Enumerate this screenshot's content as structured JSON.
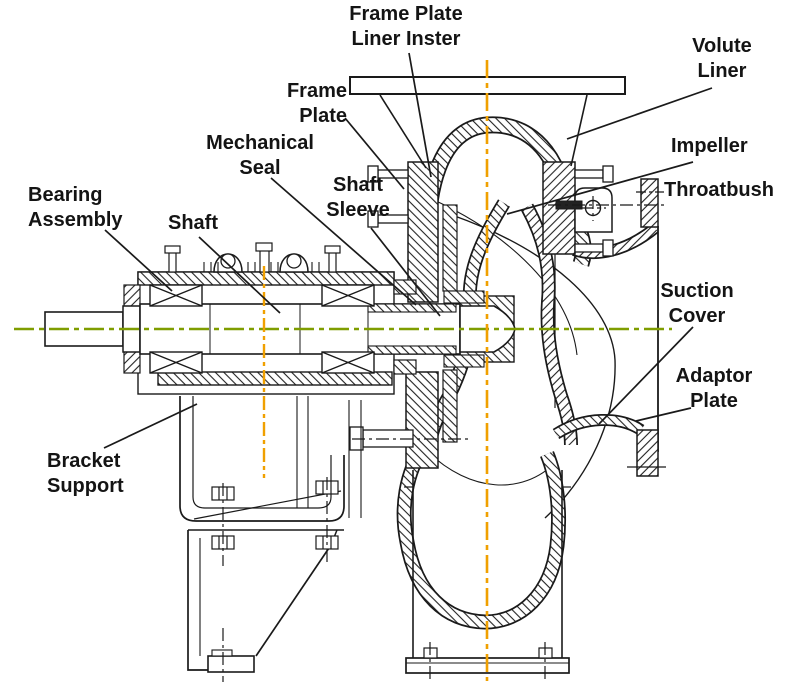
{
  "labels": {
    "frame_plate_liner_inster": {
      "line1": "Frame Plate",
      "line2": "Liner Inster"
    },
    "volute_liner": {
      "line1": "Volute",
      "line2": "Liner"
    },
    "frame_plate": {
      "line1": "Frame",
      "line2": "Plate"
    },
    "mechanical_seal": {
      "line1": "Mechanical",
      "line2": "Seal"
    },
    "shaft_sleeve": {
      "line1": "Shaft",
      "line2": "Sleeve"
    },
    "impeller": {
      "line1": "Impeller"
    },
    "throatbush": {
      "line1": "Throatbush"
    },
    "bearing_assembly": {
      "line1": "Bearing",
      "line2": "Assembly"
    },
    "shaft": {
      "line1": "Shaft"
    },
    "suction_cover": {
      "line1": "Suction",
      "line2": "Cover"
    },
    "adaptor_plate": {
      "line1": "Adaptor",
      "line2": "Plate"
    },
    "bracket_support": {
      "line1": "Bracket",
      "line2": "Support"
    }
  },
  "colors": {
    "line": "#1a1a1a",
    "horizontal_centerline": "#7f9d00",
    "vertical_centerline": "#f0a000",
    "background": "#ffffff"
  }
}
